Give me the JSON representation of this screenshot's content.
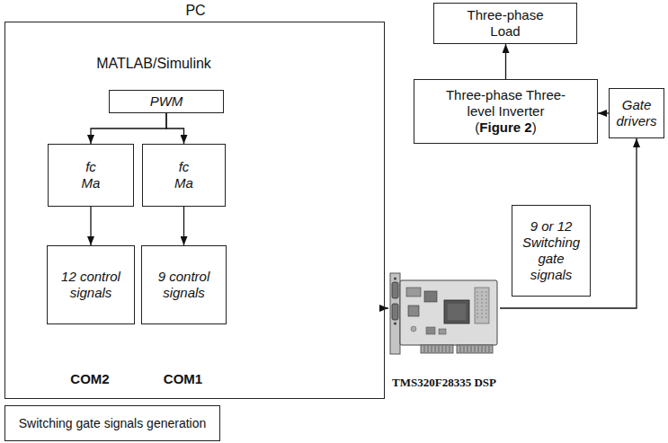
{
  "diagram": {
    "nodes": [
      {
        "text": [
          "PC",
          "MATLAB/Simulink"
        ]
      },
      {
        "text": [
          "PWM"
        ],
        "in": 0
      },
      {
        "text": [
          "fc Ma"
        ],
        "in": 0
      },
      {
        "text": [
          "fc Ma"
        ],
        "in": 0
      },
      {
        "text": [
          "12 control signals"
        ],
        "in": 0
      },
      {
        "text": [
          "9 control signals"
        ],
        "in": 0
      },
      {
        "text": [
          "Switching gate signals generation"
        ]
      },
      {
        "text": [
          "Three-phase Load"
        ]
      },
      {
        "text": [
          "Three-phase Three-level Inverter",
          "(Figure 2)"
        ]
      },
      {
        "text": [
          "Gate drivers"
        ]
      },
      {
        "text": [
          "9 or 12 Switching gate signals"
        ]
      },
      {
        "text": [
          "TMS320F28335 DSP"
        ]
      }
    ],
    "edges": [
      {
        "from": 1,
        "to": 2,
        "arrow": "to"
      },
      {
        "from": 1,
        "to": 3,
        "arrow": "to"
      },
      {
        "from": 2,
        "to": 4,
        "arrow": "to"
      },
      {
        "from": 3,
        "to": 5,
        "arrow": "to"
      },
      {
        "from": 0,
        "to": 11,
        "arrow": "to"
      },
      {
        "from": 11,
        "to": 9,
        "arrow": "to"
      },
      {
        "from": 9,
        "to": 8,
        "arrow": "to"
      },
      {
        "from": 8,
        "to": 7,
        "arrow": "to"
      }
    ],
    "labels": [
      "COM2",
      "COM1"
    ]
  }
}
